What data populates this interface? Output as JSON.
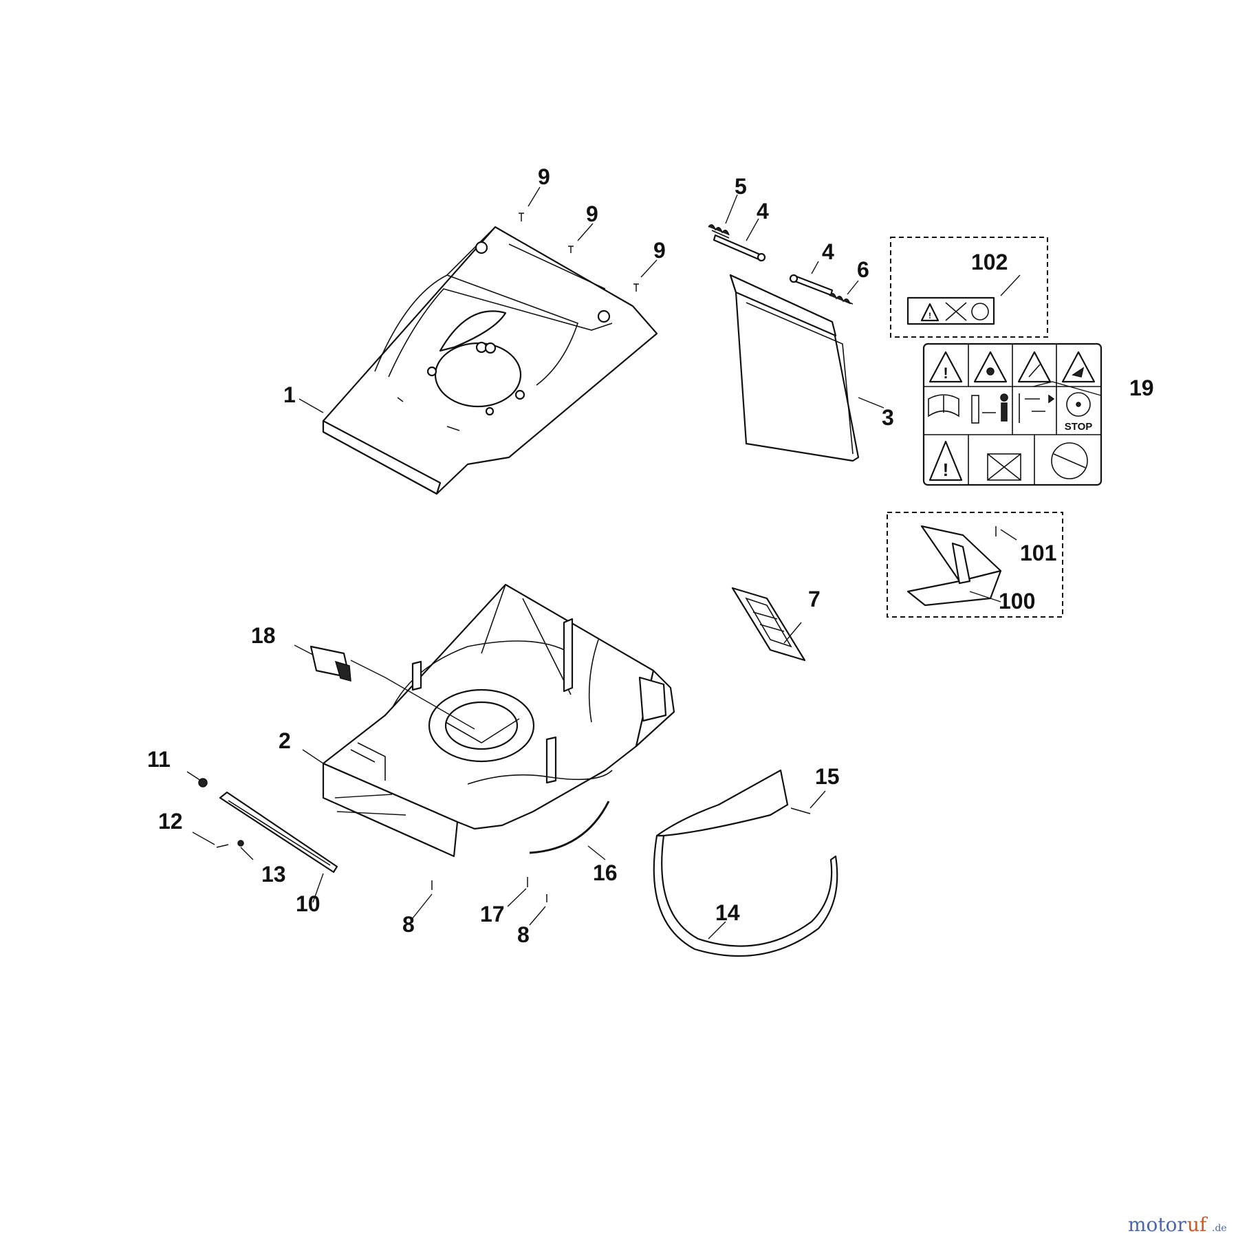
{
  "callouts": {
    "c1": "1",
    "c2": "2",
    "c3": "3",
    "c4a": "4",
    "c4b": "4",
    "c5": "5",
    "c6": "6",
    "c7": "7",
    "c8a": "8",
    "c8b": "8",
    "c9a": "9",
    "c9b": "9",
    "c9c": "9",
    "c10": "10",
    "c11": "11",
    "c12": "12",
    "c13": "13",
    "c14": "14",
    "c15": "15",
    "c16": "16",
    "c17": "17",
    "c18": "18",
    "c19": "19",
    "c100": "100",
    "c101": "101",
    "c102": "102"
  },
  "decal": {
    "stop_label": "STOP"
  },
  "watermark": {
    "part1": "motor",
    "part2": "uf",
    "part3": ".de"
  }
}
